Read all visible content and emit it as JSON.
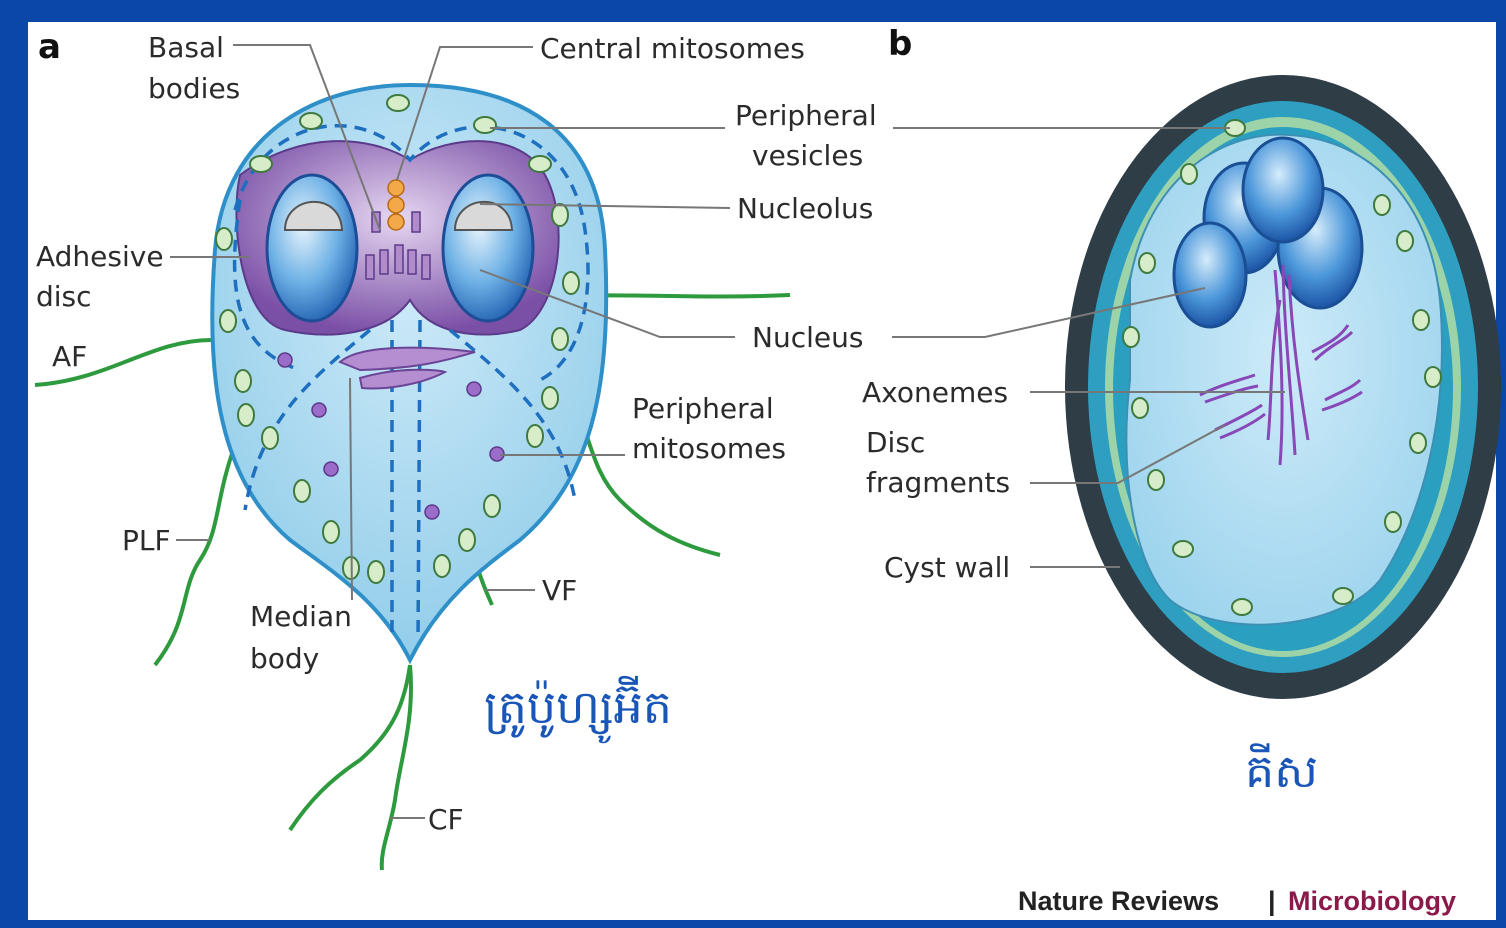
{
  "panels": {
    "a": "a",
    "b": "b"
  },
  "trophozoite_labels": {
    "basal_bodies": [
      "Basal",
      "bodies"
    ],
    "central_mitosomes": "Central mitosomes",
    "peripheral_vesicles": [
      "Peripheral",
      "vesicles"
    ],
    "nucleolus": "Nucleolus",
    "nucleus": "Nucleus",
    "adhesive_disc": [
      "Adhesive",
      "disc"
    ],
    "af": "AF",
    "peripheral_mitosomes": [
      "Peripheral",
      "mitosomes"
    ],
    "plf": "PLF",
    "vf": "VF",
    "median_body": [
      "Median",
      "body"
    ],
    "cf": "CF"
  },
  "cyst_labels": {
    "axonemes": "Axonemes",
    "disc_fragments": [
      "Disc",
      "fragments"
    ],
    "cyst_wall": "Cyst wall"
  },
  "captions": {
    "trophozoite": "ត្រូប៉ូហ្សូអ៊ីត",
    "cyst": "គីស"
  },
  "credit": {
    "journal": "Nature Reviews",
    "separator": "|",
    "section": "Microbiology"
  },
  "colors": {
    "frame": "#0a47a6",
    "cell_fill": "#a9d8ee",
    "cell_edge": "#2f8fc8",
    "disc": "#8a5fb0",
    "flagella": "#2e9a3e",
    "cyst_wall": "#2f3d47",
    "caption": "#1a56b8"
  }
}
